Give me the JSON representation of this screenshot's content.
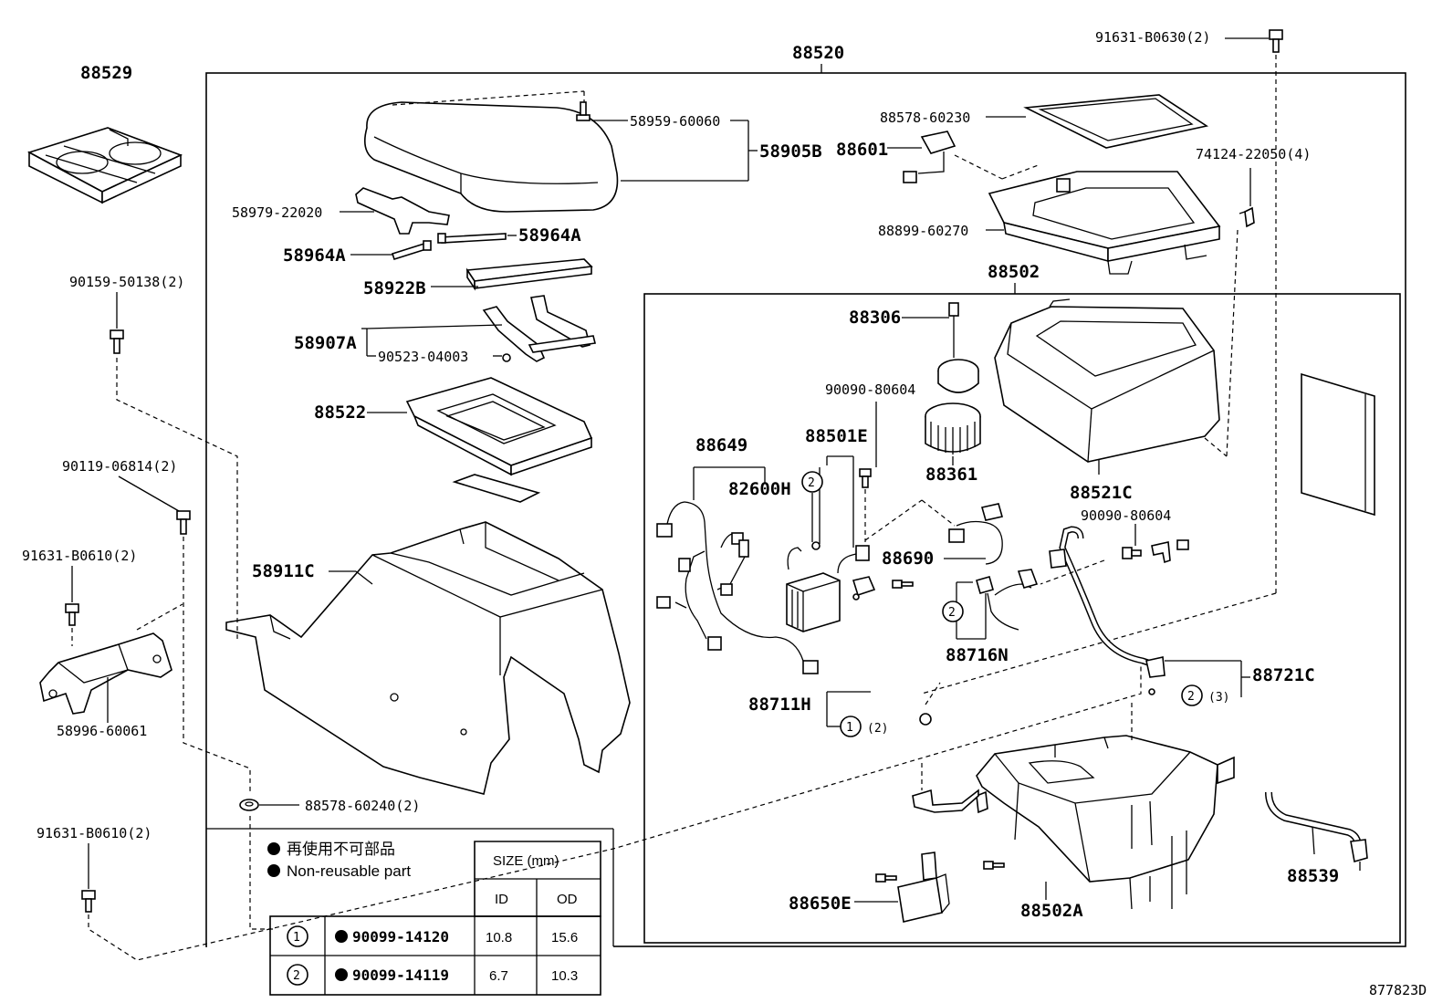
{
  "diagram": {
    "drawing_code": "877823D",
    "assembly_label": "88520",
    "subassembly_label": "88502",
    "notes": {
      "japanese": "再使用不可部品",
      "english": "Non-reusable part"
    },
    "table": {
      "size_header": "SIZE (mm)",
      "col_id": "ID",
      "col_od": "OD",
      "rows": [
        {
          "mark": "1",
          "part": "90099-14120",
          "id": "10.8",
          "od": "15.6"
        },
        {
          "mark": "2",
          "part": "90099-14119",
          "id": "6.7",
          "od": "10.3"
        }
      ]
    },
    "callout_marks": {
      "c1_qty": "(2)",
      "c2_qty": "(3)",
      "m1": "1",
      "m2": "2"
    },
    "labels": {
      "p88529": "88529",
      "p88520": "88520",
      "p91631_b0630": "91631-B0630(2)",
      "p58959": "58959-60060",
      "p58905b": "58905B",
      "p58979": "58979-22020",
      "p58964a_r": "58964A",
      "p58964a_l": "58964A",
      "p58922b": "58922B",
      "p58907a": "58907A",
      "p90523": "90523-04003",
      "p88522": "88522",
      "p58911c": "58911C",
      "p90159": "90159-50138(2)",
      "p90119": "90119-06814(2)",
      "p91631_b0610a": "91631-B0610(2)",
      "p58996": "58996-60061",
      "p88578_60240": "88578-60240(2)",
      "p91631_b0610b": "91631-B0610(2)",
      "p88578_60230": "88578-60230",
      "p88601": "88601",
      "p74124": "74124-22050(4)",
      "p88899": "88899-60270",
      "p88502": "88502",
      "p88306": "88306",
      "p90090_a": "90090-80604",
      "p88649": "88649",
      "p88501e": "88501E",
      "p82600h": "82600H",
      "p88361": "88361",
      "p88521c": "88521C",
      "p90090_b": "90090-80604",
      "p88690": "88690",
      "p88716n": "88716N",
      "p88721c": "88721C",
      "p88711h": "88711H",
      "p88650e": "88650E",
      "p88502a": "88502A",
      "p88539": "88539"
    }
  }
}
